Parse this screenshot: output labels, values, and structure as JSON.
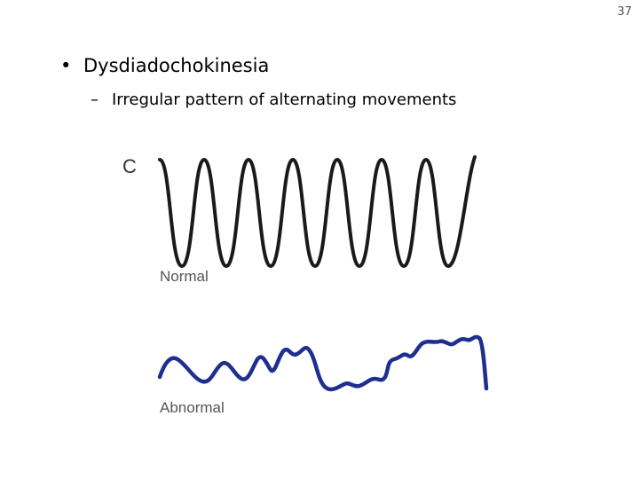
{
  "slide": {
    "number": "37",
    "bullet": "Dysdiadochokinesia",
    "subbullet": "Irregular pattern of alternating movements"
  },
  "figure": {
    "panel_letter": "C",
    "normal_label": "Normal",
    "abnormal_label": "Abnormal",
    "colors": {
      "normal_trace": "#1a1a1a",
      "abnormal_trace": "#1f2f8f"
    }
  }
}
